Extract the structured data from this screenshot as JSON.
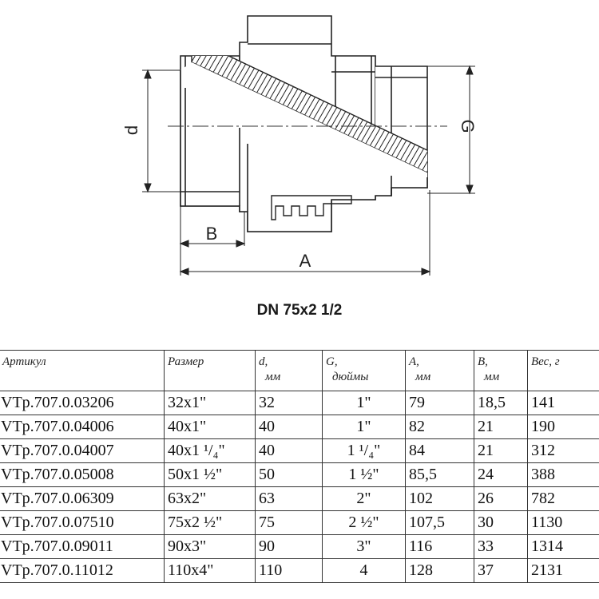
{
  "drawing": {
    "labels": {
      "d": "d",
      "g": "G",
      "a": "A",
      "b": "B"
    }
  },
  "subtitle": "DN 75x2 1/2",
  "table": {
    "headers": [
      {
        "label": "Артикул",
        "unit": ""
      },
      {
        "label": "Размер",
        "unit": ""
      },
      {
        "label": "d,",
        "unit": "мм"
      },
      {
        "label": "G,",
        "unit": "дюймы"
      },
      {
        "label": "A,",
        "unit": "мм"
      },
      {
        "label": "B,",
        "unit": "мм"
      },
      {
        "label": "Вес, г",
        "unit": ""
      }
    ],
    "rows": [
      {
        "article": "VTp.707.0.03206",
        "size": "32x1\"",
        "d": "32",
        "g": "1\"",
        "a": "79",
        "b": "18,5",
        "weight": "141"
      },
      {
        "article": "VTp.707.0.04006",
        "size": "40x1\"",
        "d": "40",
        "g": "1\"",
        "a": "82",
        "b": "21",
        "weight": "190"
      },
      {
        "article": "VTp.707.0.04007",
        "size": "40x1 ¹/₄\"",
        "d": "40",
        "g": "1 ¹/₄\"",
        "a": "84",
        "b": "21",
        "weight": "312"
      },
      {
        "article": "VTp.707.0.05008",
        "size": "50x1 ½\"",
        "d": "50",
        "g": "1 ½\"",
        "a": "85,5",
        "b": "24",
        "weight": "388"
      },
      {
        "article": "VTp.707.0.06309",
        "size": "63x2\"",
        "d": "63",
        "g": "2\"",
        "a": "102",
        "b": "26",
        "weight": "782"
      },
      {
        "article": "VTp.707.0.07510",
        "size": "75x2 ½\"",
        "d": "75",
        "g": "2 ½\"",
        "a": "107,5",
        "b": "30",
        "weight": "1130"
      },
      {
        "article": "VTp.707.0.09011",
        "size": "90x3\"",
        "d": "90",
        "g": "3\"",
        "a": "116",
        "b": "33",
        "weight": "1314"
      },
      {
        "article": "VTp.707.0.11012",
        "size": "110x4\"",
        "d": "110",
        "g": "4",
        "a": "128",
        "b": "37",
        "weight": "2131"
      }
    ]
  }
}
